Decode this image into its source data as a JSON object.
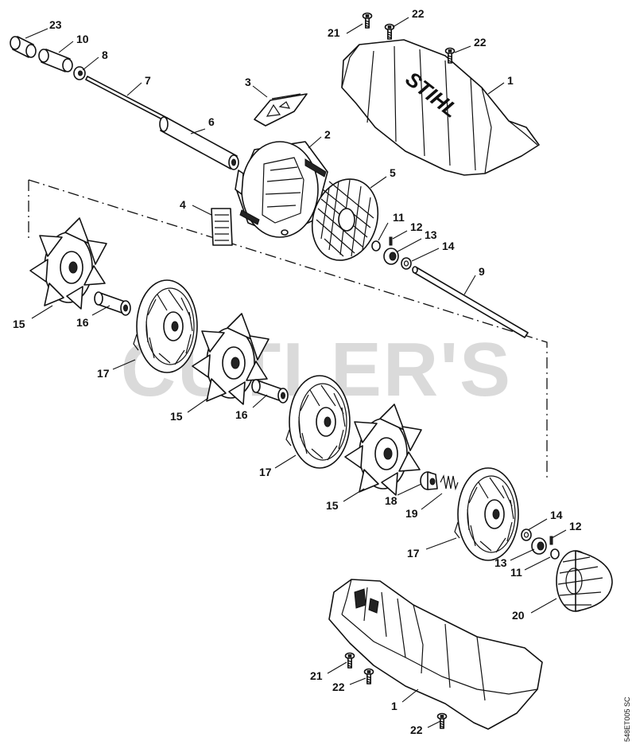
{
  "watermark": "CUTLER'S",
  "drawing_code": "548ET005 SC",
  "brand_logo": "STIHL",
  "callouts": [
    {
      "id": "c23a",
      "label": "23"
    },
    {
      "id": "c10",
      "label": "10"
    },
    {
      "id": "c8",
      "label": "8"
    },
    {
      "id": "c7",
      "label": "7"
    },
    {
      "id": "c3",
      "label": "3"
    },
    {
      "id": "c6",
      "label": "6"
    },
    {
      "id": "c2",
      "label": "2"
    },
    {
      "id": "c21a",
      "label": "21"
    },
    {
      "id": "c22a",
      "label": "22"
    },
    {
      "id": "c22b",
      "label": "22"
    },
    {
      "id": "c1a",
      "label": "1"
    },
    {
      "id": "c5",
      "label": "5"
    },
    {
      "id": "c4",
      "label": "4"
    },
    {
      "id": "c11a",
      "label": "11"
    },
    {
      "id": "c12a",
      "label": "12"
    },
    {
      "id": "c13a",
      "label": "13"
    },
    {
      "id": "c14a",
      "label": "14"
    },
    {
      "id": "c9",
      "label": "9"
    },
    {
      "id": "c15a",
      "label": "15"
    },
    {
      "id": "c16a",
      "label": "16"
    },
    {
      "id": "c17a",
      "label": "17"
    },
    {
      "id": "c15b",
      "label": "15"
    },
    {
      "id": "c16b",
      "label": "16"
    },
    {
      "id": "c17b",
      "label": "17"
    },
    {
      "id": "c15c",
      "label": "15"
    },
    {
      "id": "c18",
      "label": "18"
    },
    {
      "id": "c19",
      "label": "19"
    },
    {
      "id": "c14b",
      "label": "14"
    },
    {
      "id": "c12b",
      "label": "12"
    },
    {
      "id": "c17c",
      "label": "17"
    },
    {
      "id": "c13b",
      "label": "13"
    },
    {
      "id": "c11b",
      "label": "11"
    },
    {
      "id": "c20",
      "label": "20"
    },
    {
      "id": "c21b",
      "label": "21"
    },
    {
      "id": "c22c",
      "label": "22"
    },
    {
      "id": "c1b",
      "label": "1"
    },
    {
      "id": "c22d",
      "label": "22"
    }
  ]
}
